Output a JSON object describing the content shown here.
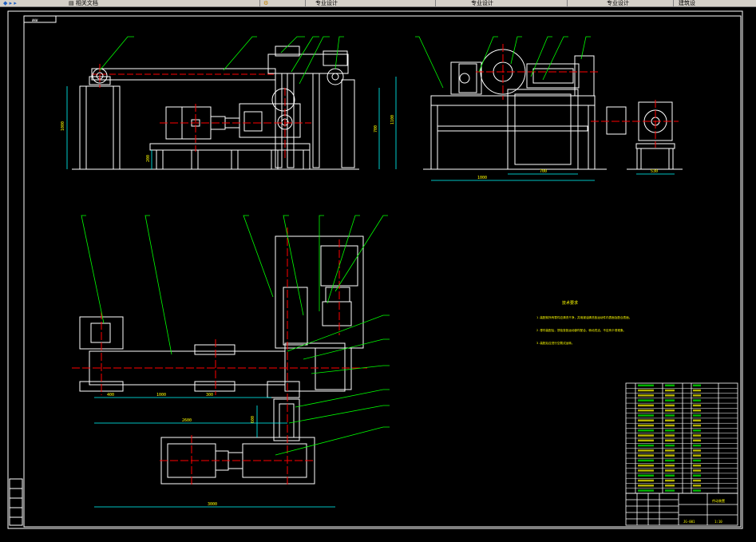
{
  "toolbar": {
    "tabs": [
      "相关文档",
      "专业设计",
      "专业设计",
      "专业设计",
      "建筑设"
    ]
  },
  "drawing": {
    "frame_code": "WWW",
    "tech_requirements_title": "技术要求",
    "tech_requirements": [
      "1.装配前所有零件应清洗干净，并用煤油清洗各运动件内表面及配合表面。",
      "2.零件装配后，须检查各运动部件配合，转动灵活，不应有卡滞现象。",
      "3.装配后应进行空载试运转。"
    ],
    "dimensions": {
      "elev_height_left": "1000",
      "elev_height_right": "700",
      "elev_height_right2": "1100",
      "elev_small": "200",
      "side_width": "1000",
      "side_width2": "700",
      "side_width3": "530",
      "plan_seg1": "400",
      "plan_seg2": "1000",
      "plan_seg3": "300",
      "plan_total1": "2600",
      "plan_total2": "3000",
      "plan_vertical": "600"
    },
    "title_block": {
      "name": "传动装置",
      "scale": "1:10",
      "drawing_no": "JG-001"
    }
  },
  "colors": {
    "background": "#000000",
    "geometry": "#ffffff",
    "leader": "#00ff00",
    "center": "#ff0000",
    "frame": "#ffffff",
    "text": "#ffff00",
    "cyan": "#00ffff"
  }
}
